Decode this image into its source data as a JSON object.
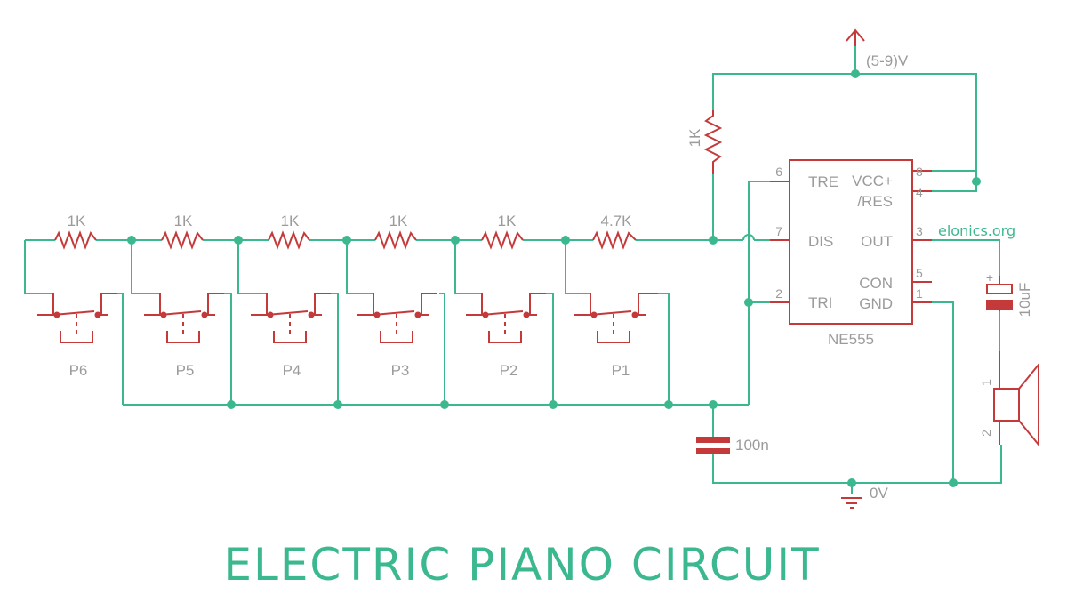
{
  "title": "ELECTRIC PIANO CIRCUIT",
  "brand": "elonics.org",
  "supply_label": "(5-9)V",
  "ground_label": "0V",
  "ic": {
    "name": "NE555",
    "left_pins": [
      {
        "num": "6",
        "label": "TRE"
      },
      {
        "num": "7",
        "label": "DIS"
      },
      {
        "num": "2",
        "label": "TRI"
      }
    ],
    "right_pins": [
      {
        "num": "8",
        "label": "VCC+"
      },
      {
        "num": "4",
        "label": "/RES"
      },
      {
        "num": "3",
        "label": "OUT"
      },
      {
        "num": "5",
        "label": "CON"
      },
      {
        "num": "1",
        "label": "GND"
      }
    ]
  },
  "chain_resistors": [
    "1K",
    "1K",
    "1K",
    "1K",
    "1K",
    "4.7K"
  ],
  "pullup_resistor": "1K",
  "switches": [
    "P6",
    "P5",
    "P4",
    "P3",
    "P2",
    "P1"
  ],
  "timing_capacitor": "100n",
  "output_capacitor": {
    "label": "10uF",
    "polarity": "+"
  },
  "speaker_pins": [
    "1",
    "2"
  ],
  "colors": {
    "wire": "#3cb891",
    "component": "#c43a3a",
    "label": "#9b9b9b",
    "title": "#3cb891"
  }
}
